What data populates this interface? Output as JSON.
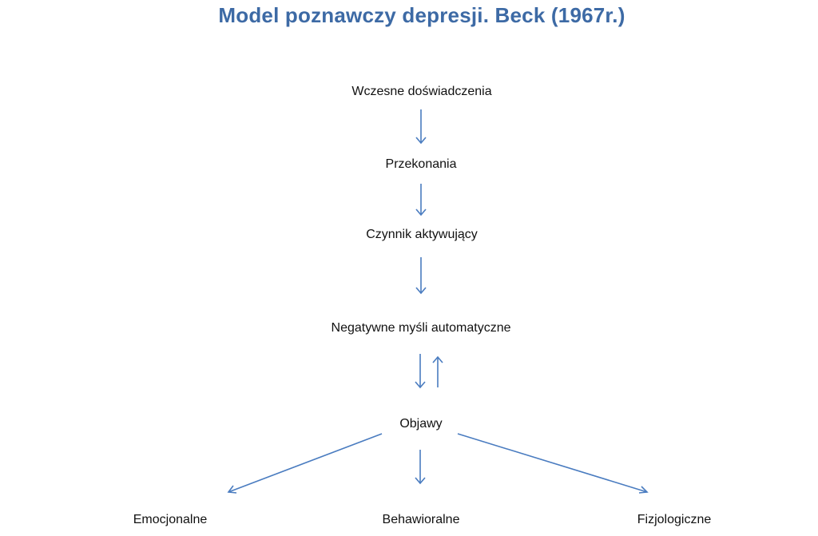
{
  "title": "Model poznawczy depresji. Beck (1967r.)",
  "nodes": {
    "early_experiences": "Wczesne doświadczenia",
    "beliefs": "Przekonania",
    "activating_factor": "Czynnik aktywujący",
    "negative_thoughts": "Negatywne myśli automatyczne",
    "symptoms": "Objawy",
    "emotional": "Emocjonalne",
    "behavioral": "Behawioralne",
    "physiological": "Fizjologiczne"
  },
  "colors": {
    "title": "#3d6aa5",
    "arrow": "#4a7cc0",
    "text": "#111111"
  }
}
